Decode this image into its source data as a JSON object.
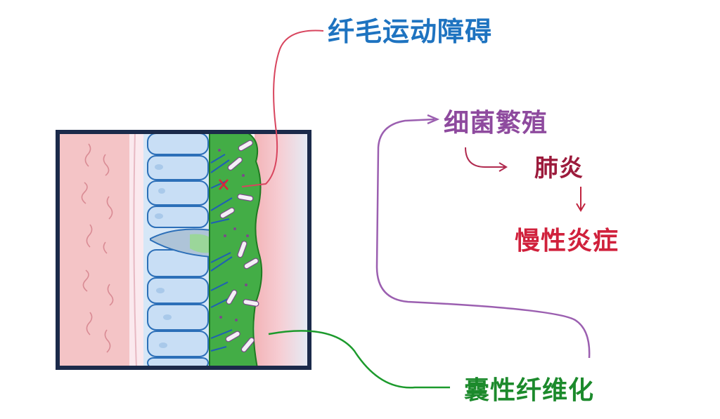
{
  "labels": {
    "ciliary_dyskinesia": "纤毛运动障碍",
    "bacterial_growth": "细菌繁殖",
    "pneumonia": "肺炎",
    "chronic_inflammation": "慢性炎症",
    "cystic_fibrosis": "囊性纤维化"
  },
  "colors": {
    "ciliary_dyskinesia": "#1e73c0",
    "bacterial_growth": "#8e4a9e",
    "pneumonia": "#9c1b3c",
    "chronic_inflammation": "#d0213c",
    "cystic_fibrosis": "#1c8a2c",
    "tissue_pink": "#f4c2c4",
    "cell_blue": "#cfe3f6",
    "mucus_green": "#3fae44",
    "frame": "#1b2a4a"
  }
}
